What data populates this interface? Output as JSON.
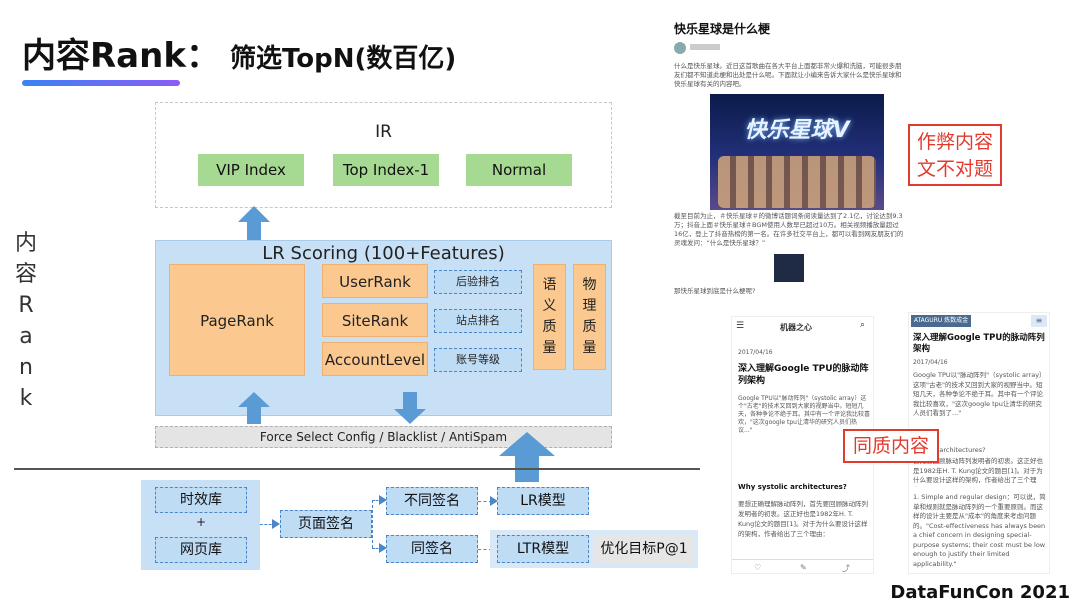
{
  "slide": {
    "title": "内容Rank：",
    "subtitle": "筛选TopN(数百亿)",
    "vertical_label": "内容Rank"
  },
  "ir": {
    "label": "IR",
    "indexes": [
      "VIP Index",
      "Top Index-1",
      "Normal"
    ]
  },
  "lr": {
    "label": "LR Scoring (100+Features)",
    "pagerank": "PageRank",
    "ranks": [
      "UserRank",
      "SiteRank",
      "AccountLevel"
    ],
    "rank_tags": [
      "后验排名",
      "站点排名",
      "账号等级"
    ],
    "semantic": "语义质量",
    "physical": "物理质量"
  },
  "filter_bar": "Force Select Config / Blacklist / AntiSpam",
  "pipeline": {
    "source1": "时效库",
    "plus": "+",
    "source2": "网页库",
    "signature": "页面签名",
    "diff_sig": "不同签名",
    "same_sig": "同签名",
    "lr_model": "LR模型",
    "ltr_model": "LTR模型",
    "objective": "优化目标P@1"
  },
  "example_top": {
    "heading": "快乐星球是什么梗",
    "intro": "什么是快乐星球。近日这首歌曲在各大平台上面都非常火爆和洗脑，可能很多朋友们都不知道此梗和出处是什么呢。下面就让小编来告诉大家什么是快乐星球和快乐星球有关的内容吧。",
    "poster_text": "快乐星球V",
    "body": "截至目前为止，＃快乐星球＃的微博话题词条阅读量达到了2.1亿，讨论达到9.3万；抖音上面＃快乐星球＃BGM使用人数早已超过10万。相关视频播放量超过16亿，登上了抖音热榜的第一名。在许多社交平台上，都可以看到网友朋友们的灵魂发问：“什么是快乐星球？”",
    "footer": "那快乐星球到底是什么梗呢?",
    "annotation": "作弊内容\n文不对题"
  },
  "example_left": {
    "site": "机器之心",
    "meta": "2017/04/16",
    "title": "深入理解Google TPU的脉动阵列架构",
    "body": "Google TPU以\"脉动阵列\"（systolic array）这个\"古老\"的技术又回到大家的视野当中。短短几天，各种争论不绝于耳。其中有一个评论我比较喜欢，\"这次google tpu让清华的研究人员们热议...\"",
    "section": "Why systolic architectures?",
    "body2": "要想正确理解脉动阵列，首先要回顾脉动阵列发明者的初衷。这正好也是1982年H. T. Kung论文的题目[1]。对于为什么要设计这样的架构，作者给出了三个理由："
  },
  "example_right": {
    "site": "ATAGURU 炼数成金",
    "title": "深入理解Google TPU的脉动阵列架构",
    "meta": "2017/04/16",
    "body": "Google TPU以\"脉动阵列\"（systolic array）这项\"古老\"的技术又回到大家的视野当中。短短几天，各种争论不绝于耳。其中有一个评论我比较喜欢，\"这次google tpu让清华的研究人员们看到了...\"",
    "section": "systolic architectures?",
    "body2": "首先要回顾脉动阵列发明者的初衷。这正好也是1982年H. T. Kung论文的题目[1]。对于为什么要设计这样的架构，作者给出了三个理由：",
    "list": "1. Simple and regular design：可以说，简单和规则就是脉动阵列的一个重要原则。而这样的设计主要是从\"成本\"的角度来考虑问题的。\"Cost-effectiveness has always been a chief concern in designing special-purpose systems; their cost must be low enough to justify their limited applicability.\"",
    "annotation": "同质内容"
  },
  "footer": "DataFunCon 2021"
}
